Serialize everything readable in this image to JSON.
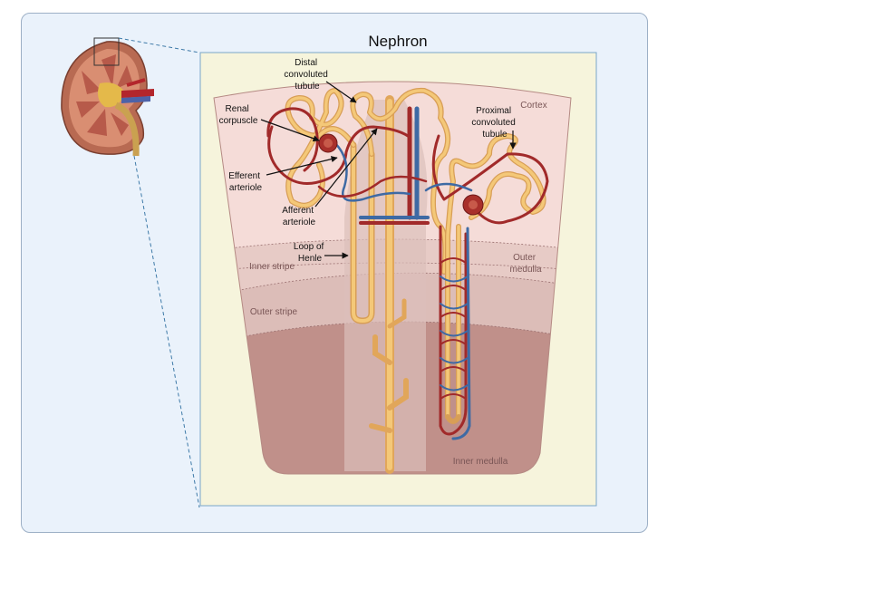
{
  "title": "Nephron",
  "labels": {
    "distal": [
      "Distal",
      "convoluted",
      "tubule"
    ],
    "renal": [
      "Renal",
      "corpuscle"
    ],
    "proximal": [
      "Proximal",
      "convoluted",
      "tubule"
    ],
    "efferent": [
      "Efferent",
      "arteriole"
    ],
    "afferent": [
      "Afferent",
      "arteriole"
    ],
    "loop": [
      "Loop of",
      "Henle"
    ]
  },
  "zones": {
    "cortex": "Cortex",
    "inner_stripe": "Inner stripe",
    "outer_medulla": [
      "Outer",
      "medulla"
    ],
    "outer_stripe": "Outer stripe",
    "inner_medulla": "Inner medulla"
  },
  "colors": {
    "panel_bg": "#eaf2fb",
    "detail_bg": "#f6f4dc",
    "cortex": "#f5dcd8",
    "outer_stripe": "#dcbdb8",
    "inner_medulla": "#c0908a",
    "tubule": "#f2c16e",
    "artery": "#a12a2a",
    "vein": "#3e6aa4"
  }
}
